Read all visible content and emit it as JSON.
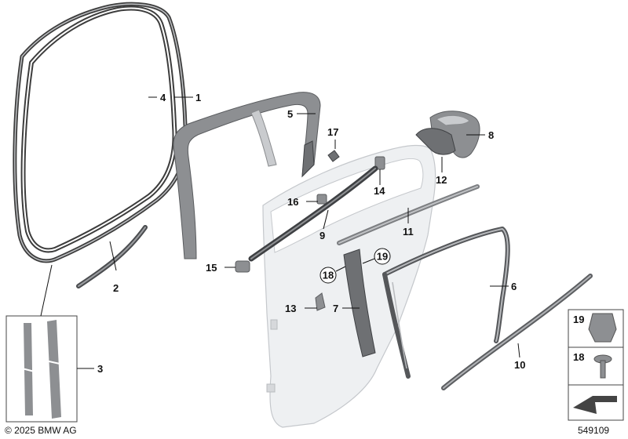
{
  "callouts": {
    "c1": "1",
    "c2": "2",
    "c3": "3",
    "c4": "4",
    "c5": "5",
    "c6": "6",
    "c7": "7",
    "c8": "8",
    "c9": "9",
    "c10": "10",
    "c11": "11",
    "c12": "12",
    "c13": "13",
    "c14": "14",
    "c15": "15",
    "c16": "16",
    "c17": "17",
    "c18": "18",
    "c19": "19",
    "c18_circle": "18",
    "c19_circle": "19",
    "legend_19": "19",
    "legend_18": "18"
  },
  "footer": {
    "copyright": "© 2025 BMW AG",
    "diagram_number": "549109"
  }
}
